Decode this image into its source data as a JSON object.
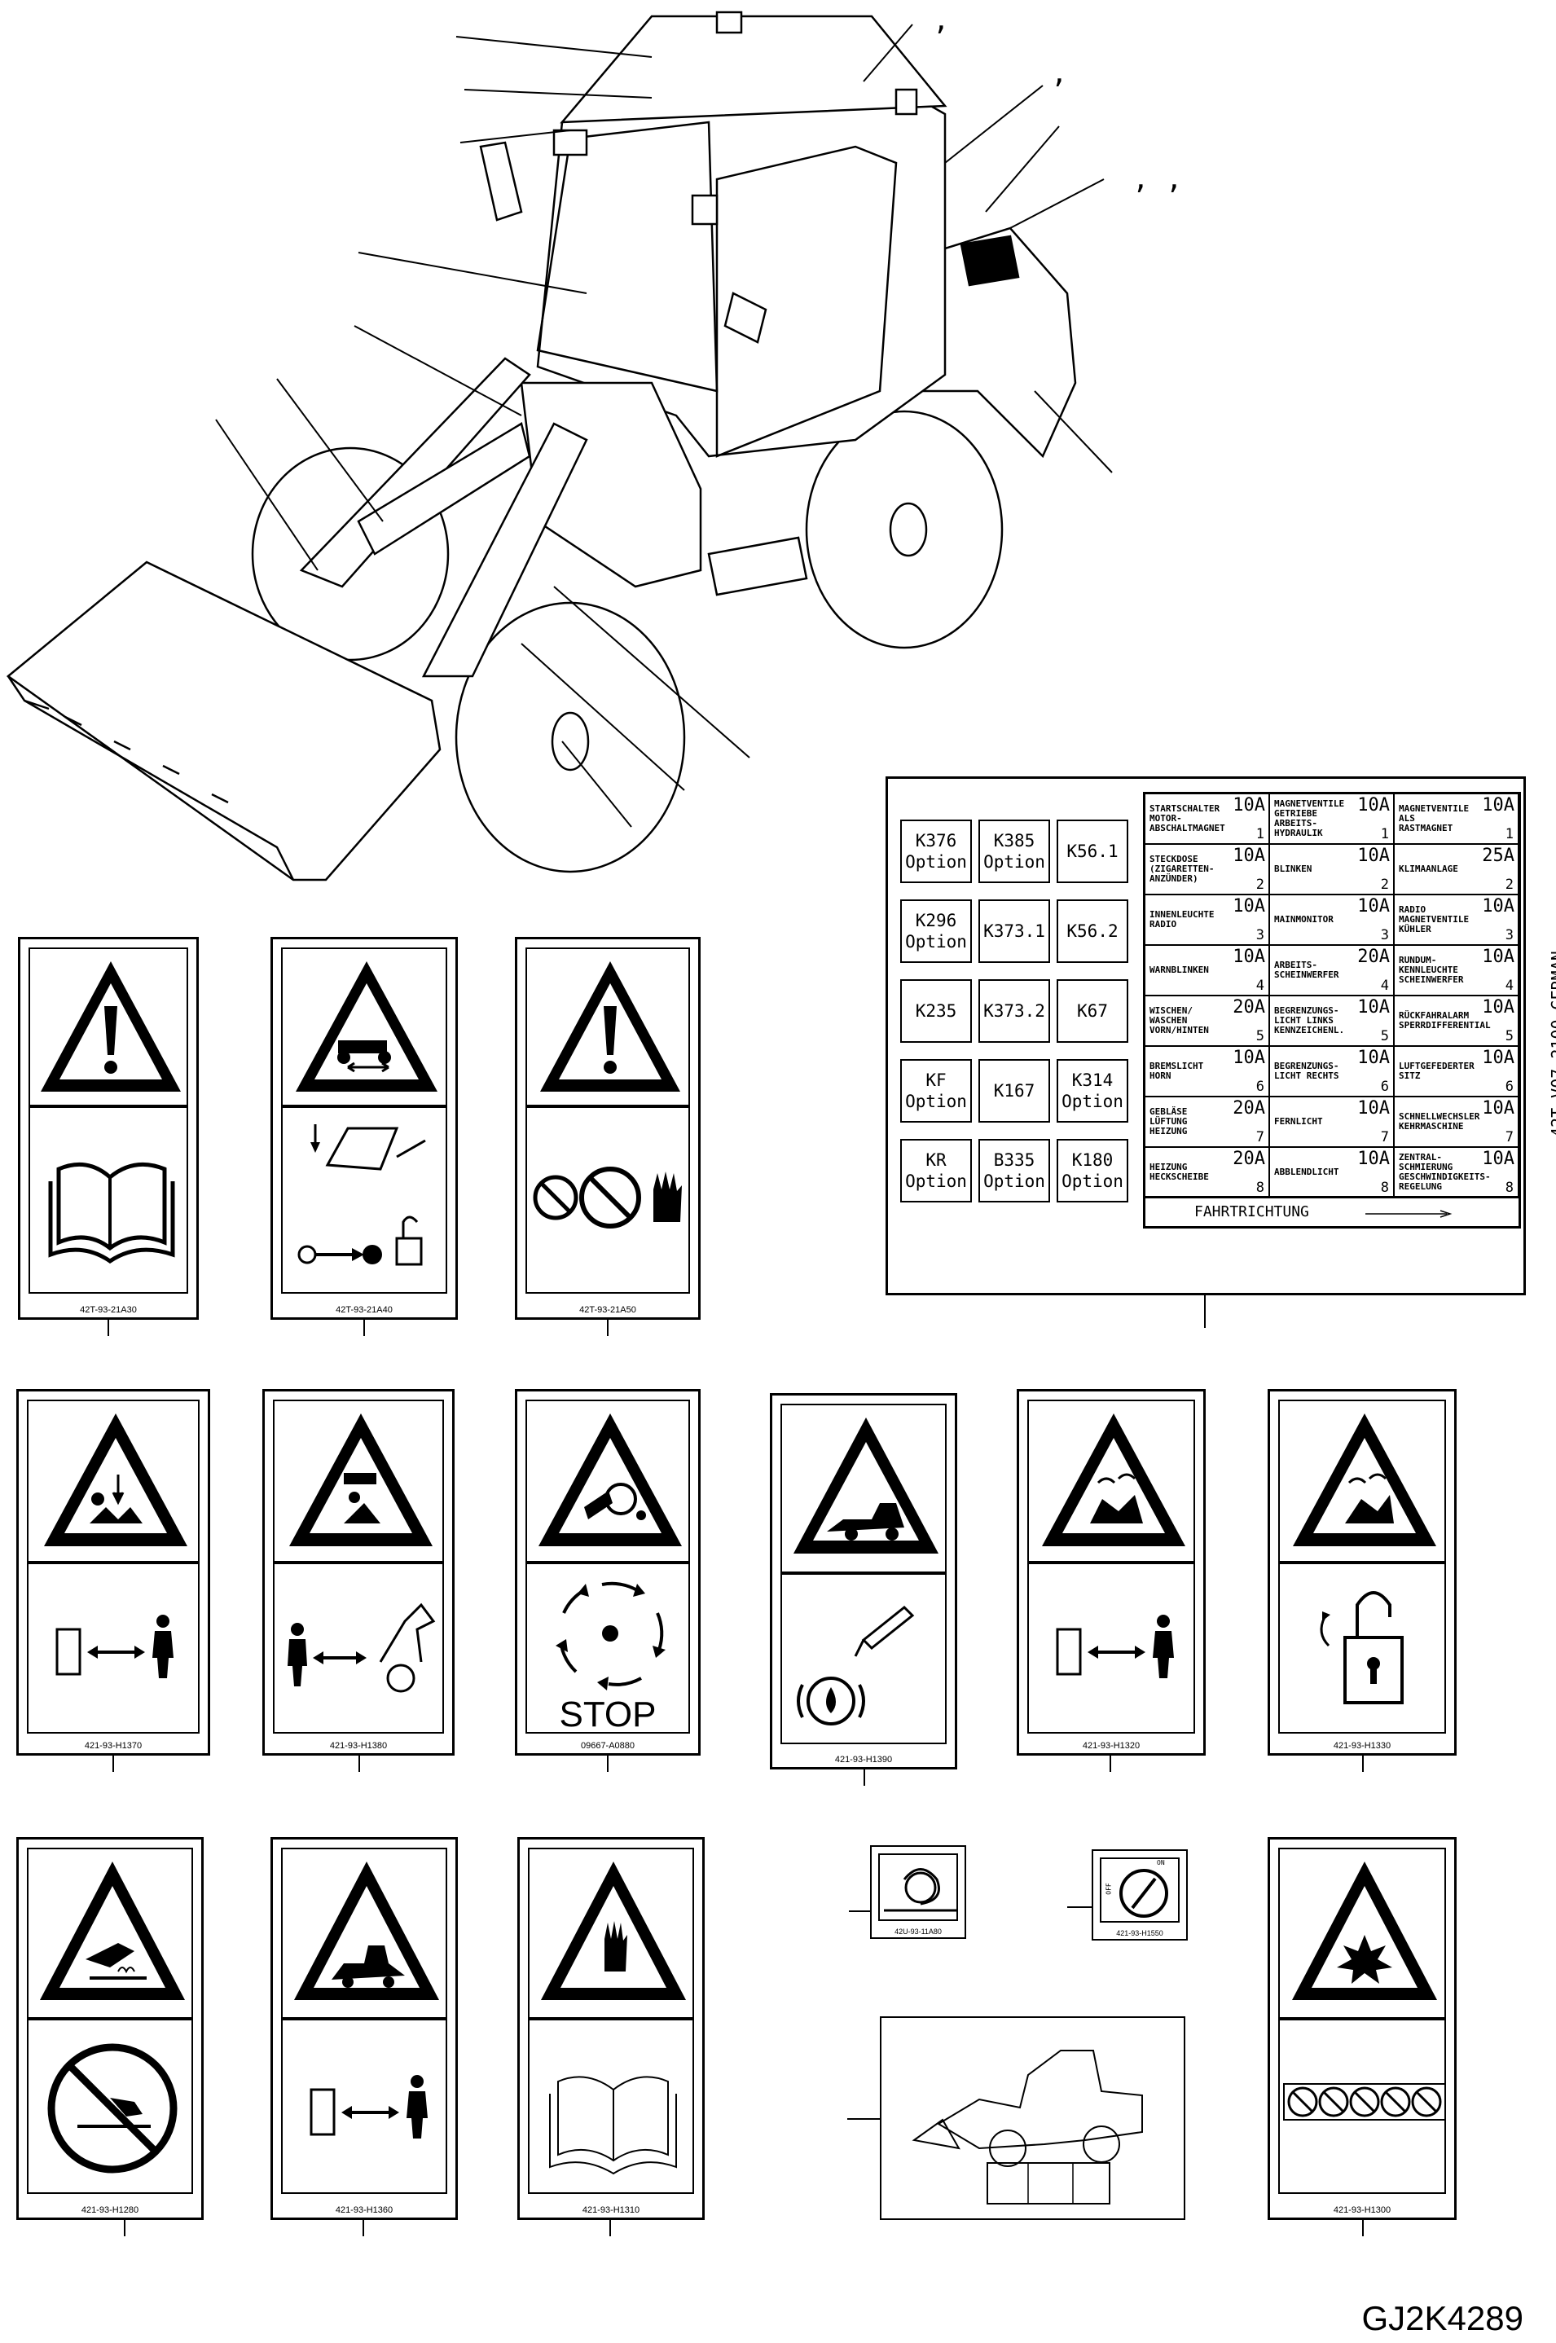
{
  "labels": {
    "sep1": ",",
    "sep2": ",",
    "sep3": ", ,",
    "footer_id": "GJ2K4289",
    "fuse_vertical": "42T-V07-2100   GERMAN",
    "fahrtrichtung": "FAHRTRICHTUNG"
  },
  "relays": [
    "K376\nOption",
    "K385\nOption",
    "K56.1",
    "K296\nOption",
    "K373.1",
    "K56.2",
    "K235",
    "K373.2",
    "K67",
    "KF\nOption",
    "K167",
    "K314\nOption",
    "KR\nOption",
    "B335\nOption",
    "K180\nOption"
  ],
  "fuses": [
    {
      "label": "STARTSCHALTER\nMOTOR-\nABSCHALTMAGNET",
      "amp": "10A",
      "num": "1"
    },
    {
      "label": "MAGNETVENTILE\nGETRIEBE\nARBEITS-\nHYDRAULIK",
      "amp": "10A",
      "num": "1"
    },
    {
      "label": "MAGNETVENTILE\nALS\nRASTMAGNET",
      "amp": "10A",
      "num": "1"
    },
    {
      "label": "STECKDOSE\n(ZIGARETTEN-\n ANZÜNDER)",
      "amp": "10A",
      "num": "2"
    },
    {
      "label": "BLINKEN",
      "amp": "10A",
      "num": "2"
    },
    {
      "label": "KLIMAANLAGE",
      "amp": "25A",
      "num": "2"
    },
    {
      "label": "INNENLEUCHTE\nRADIO",
      "amp": "10A",
      "num": "3"
    },
    {
      "label": "MAINMONITOR",
      "amp": "10A",
      "num": "3"
    },
    {
      "label": "RADIO\nMAGNETVENTILE\nKÜHLER",
      "amp": "10A",
      "num": "3"
    },
    {
      "label": "WARNBLINKEN",
      "amp": "10A",
      "num": "4"
    },
    {
      "label": "ARBEITS-\nSCHEINWERFER",
      "amp": "20A",
      "num": "4"
    },
    {
      "label": "RUNDUM-\nKENNLEUCHTE\nSCHEINWERFER",
      "amp": "10A",
      "num": "4"
    },
    {
      "label": "WISCHEN/\nWASCHEN\nVORN/HINTEN",
      "amp": "20A",
      "num": "5"
    },
    {
      "label": "BEGRENZUNGS-\nLICHT LINKS\nKENNZEICHENL.",
      "amp": "10A",
      "num": "5"
    },
    {
      "label": "RÜCKFAHRALARM\nSPERRDIFFERENTIAL",
      "amp": "10A",
      "num": "5"
    },
    {
      "label": "BREMSLICHT\nHORN",
      "amp": "10A",
      "num": "6"
    },
    {
      "label": "BEGRENZUNGS-\nLICHT RECHTS",
      "amp": "10A",
      "num": "6"
    },
    {
      "label": "LUFTGEFEDERTER\nSITZ",
      "amp": "10A",
      "num": "6"
    },
    {
      "label": "GEBLÄSE\nLÜFTUNG\nHEIZUNG",
      "amp": "20A",
      "num": "7"
    },
    {
      "label": "FERNLICHT",
      "amp": "10A",
      "num": "7"
    },
    {
      "label": "SCHNELLWECHSLER\nKEHRMASCHINE",
      "amp": "10A",
      "num": "7"
    },
    {
      "label": "HEIZUNG\nHECKSCHEIBE",
      "amp": "20A",
      "num": "8"
    },
    {
      "label": "ABBLENDLICHT",
      "amp": "10A",
      "num": "8"
    },
    {
      "label": "ZENTRAL-\nSCHMIERUNG\nGESCHWINDIGKEITS-\nREGELUNG",
      "amp": "10A",
      "num": "8"
    }
  ],
  "part_numbers": {
    "r1a": "42T-93-21A30",
    "r1b": "42T-93-21A40",
    "r1c": "42T-93-21A50",
    "r2a": "421-93-H1370",
    "r2b": "421-93-H1380",
    "r2c": "09667-A0880",
    "r2d": "421-93-H1390",
    "r2e": "421-93-H1320",
    "r2f": "421-93-H1330",
    "r3a": "421-93-H1280",
    "r3b": "421-93-H1360",
    "r3c": "421-93-H1310",
    "r3d": "42U-93-11A80",
    "r3e": "421-93-H1550",
    "r3f": "421-93-H1300"
  },
  "stop_text": "STOP",
  "switch_on": "ON",
  "switch_off": "OFF"
}
